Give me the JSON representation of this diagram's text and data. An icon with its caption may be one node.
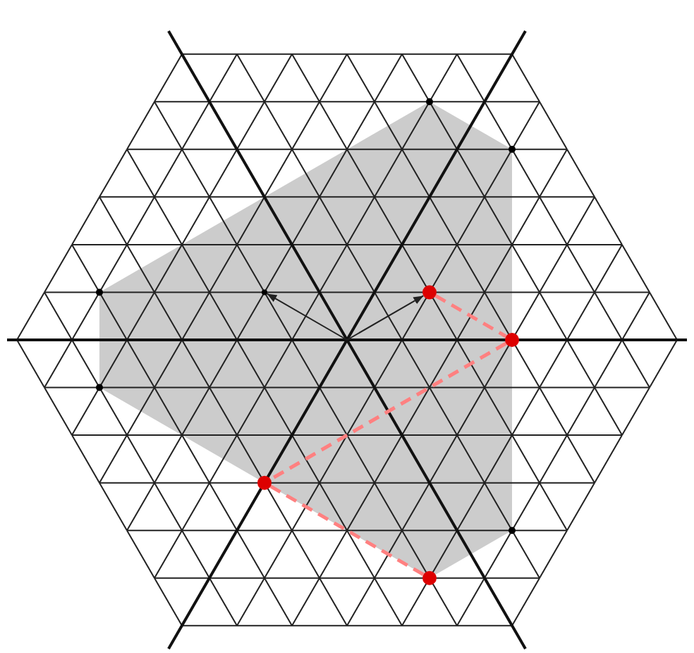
{
  "diagram": {
    "nodes": [
      {
        "text": [],
        "shape": "circle"
      },
      {
        "text": [],
        "shape": "circle"
      },
      {
        "text": [],
        "shape": "circle"
      },
      {
        "text": [],
        "shape": "circle"
      },
      {
        "text": [],
        "shape": "circle"
      },
      {
        "text": [],
        "shape": "circle"
      },
      {
        "text": [],
        "shape": "circle"
      },
      {
        "text": [],
        "shape": "circle"
      },
      {
        "text": [],
        "shape": "circle"
      },
      {
        "text": [],
        "shape": "circle"
      }
    ],
    "edges": [
      {
        "from": null,
        "to": 3,
        "arrow": "to",
        "color": "#222222"
      },
      {
        "from": null,
        "to": 4,
        "arrow": "to",
        "color": "#222222"
      },
      {
        "from": 4,
        "to": 5,
        "arrow": "none",
        "style": "dashed",
        "color": "#ff8080"
      },
      {
        "from": 5,
        "to": 7,
        "arrow": "none",
        "style": "dashed",
        "color": "#ff8080"
      },
      {
        "from": 7,
        "to": 9,
        "arrow": "none",
        "style": "dashed",
        "color": "#ff8080"
      }
    ]
  }
}
